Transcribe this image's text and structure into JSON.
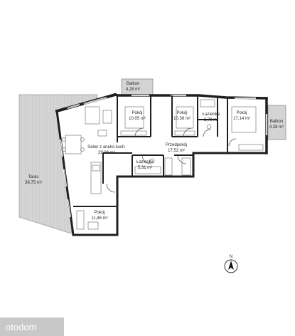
{
  "plan": {
    "rooms": [
      {
        "key": "balkon_top",
        "name": "Balkon",
        "area": "4,28 m²"
      },
      {
        "key": "pokoj_1",
        "name": "Pokój",
        "area": "10,05 m²"
      },
      {
        "key": "pokoj_2",
        "name": "Pokój",
        "area": "10,36 m²"
      },
      {
        "key": "lazienka_1",
        "name": "Łazienka",
        "area": "3,79 m²"
      },
      {
        "key": "pokoj_3",
        "name": "Pokój",
        "area": "17,14 m²"
      },
      {
        "key": "balkon_right",
        "name": "Balkon",
        "area": "4,28 m²"
      },
      {
        "key": "salon",
        "name": "Salon z aneks.kuch.",
        "area": "29,96 m²"
      },
      {
        "key": "przedpokoj",
        "name": "Przedpokój",
        "area": "17,52 m²"
      },
      {
        "key": "lazienka_2",
        "name": "Łazienka",
        "area": "5,31 m²"
      },
      {
        "key": "taras",
        "name": "Taras",
        "area": "38,75 m²"
      },
      {
        "key": "pokoj_4",
        "name": "Pokój",
        "area": "11,46 m²"
      }
    ],
    "compass": {
      "label": "N"
    },
    "watermark": "otodom"
  },
  "colors": {
    "wall": "#1f1f1f",
    "terrace": "#cfcfcf",
    "balcony": "#d2d2d2",
    "furniture": "#7a7a7a",
    "watermark_bg": "#9a9a9a"
  }
}
